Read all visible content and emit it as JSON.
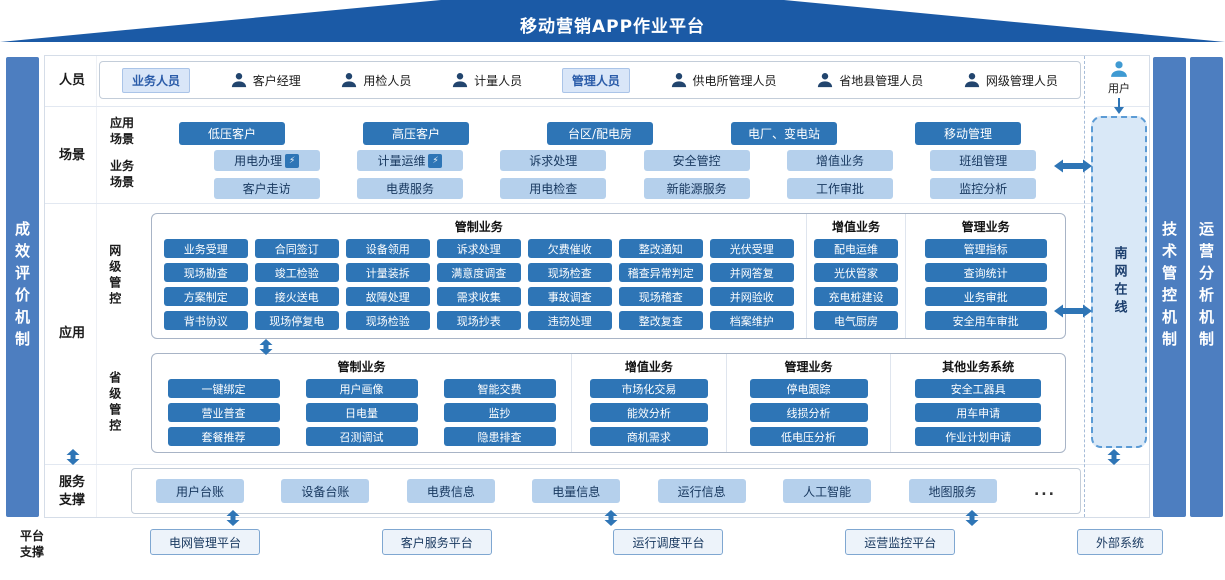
{
  "title": "移动营销APP作业平台",
  "mechanisms": {
    "left": "成效评价机制",
    "tech": "技术管控机制",
    "ops": "运营分析机制"
  },
  "personnel": {
    "row_label": "人员",
    "groups": [
      {
        "tag": "业务人员",
        "roles": [
          "客户经理",
          "用检人员",
          "计量人员"
        ]
      },
      {
        "tag": "管理人员",
        "roles": [
          "供电所管理人员",
          "省地县管理人员",
          "网级管理人员"
        ]
      }
    ],
    "user_label": "用户"
  },
  "scenes": {
    "row_label": "场景",
    "app": {
      "label": "应用场景",
      "items": [
        "低压客户",
        "高压客户",
        "台区/配电房",
        "电厂、变电站",
        "移动管理"
      ]
    },
    "biz": {
      "label": "业务场景",
      "badge_icon": "⚡",
      "rows": [
        [
          "用电办理",
          "计量运维",
          "诉求处理",
          "安全管控",
          "增值业务",
          "班组管理"
        ],
        [
          "客户走访",
          "电费服务",
          "用电检查",
          "新能源服务",
          "工作审批",
          "监控分析"
        ]
      ]
    }
  },
  "application": {
    "row_label": "应用",
    "network": {
      "label": "网级管控",
      "regulated": {
        "title": "管制业务",
        "items": [
          "业务受理",
          "合同签订",
          "设备领用",
          "诉求处理",
          "欠费催收",
          "整改通知",
          "光伏受理",
          "现场勘查",
          "竣工检验",
          "计量装拆",
          "满意度调查",
          "现场检查",
          "稽查异常判定",
          "并网答复",
          "方案制定",
          "接火送电",
          "故障处理",
          "需求收集",
          "事故调查",
          "现场稽查",
          "并网验收",
          "背书协议",
          "现场停复电",
          "现场检验",
          "现场抄表",
          "违窃处理",
          "整改复查",
          "档案维护"
        ]
      },
      "value_added": {
        "title": "增值业务",
        "items": [
          "配电运维",
          "光伏管家",
          "充电桩建设",
          "电气厨房"
        ]
      },
      "management": {
        "title": "管理业务",
        "items": [
          "管理指标",
          "查询统计",
          "业务审批",
          "安全用车审批"
        ]
      }
    },
    "province": {
      "label": "省级管控",
      "regulated": {
        "title": "管制业务",
        "items": [
          "一键绑定",
          "用户画像",
          "智能交费",
          "营业普查",
          "日电量",
          "监抄",
          "套餐推荐",
          "召测调试",
          "隐患排查"
        ]
      },
      "value_added": {
        "title": "增值业务",
        "items": [
          "市场化交易",
          "能效分析",
          "商机需求"
        ]
      },
      "management": {
        "title": "管理业务",
        "items": [
          "停电跟踪",
          "线损分析",
          "低电压分析"
        ]
      },
      "other": {
        "title": "其他业务系统",
        "items": [
          "安全工器具",
          "用车申请",
          "作业计划申请"
        ]
      }
    },
    "online_channel": "南网在线"
  },
  "services": {
    "row_label": "服务支撑",
    "items": [
      "用户台账",
      "设备台账",
      "电费信息",
      "电量信息",
      "运行信息",
      "人工智能",
      "地图服务"
    ],
    "ellipsis": "..."
  },
  "platforms": {
    "row_label": "平台支撑",
    "items": [
      "电网管理平台",
      "客户服务平台",
      "运行调度平台",
      "运营监控平台",
      "外部系统"
    ]
  },
  "colors": {
    "roof": "#1b5aa6",
    "side_bar": "#4d7ec0",
    "accent": "#2e75b6",
    "light_button": "#b5d0ec",
    "online_fill": "#d9e8f7"
  }
}
